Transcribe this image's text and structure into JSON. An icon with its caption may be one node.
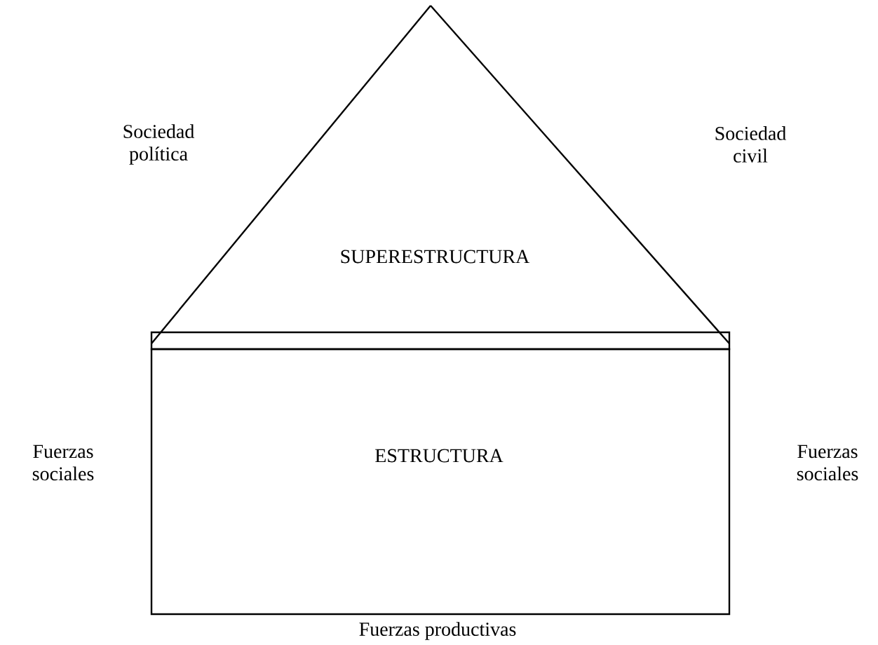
{
  "diagram": {
    "nodes": [
      {
        "text": [
          "SUPERESTRUCTURA"
        ]
      },
      {
        "text": [],
        "shape": "bar"
      },
      {
        "text": [
          "ESTRUCTURA"
        ]
      }
    ],
    "labels": [
      "Sociedad política",
      "Sociedad civil",
      "Fuerzas sociales",
      "Fuerzas sociales",
      "Fuerzas productivas"
    ]
  }
}
